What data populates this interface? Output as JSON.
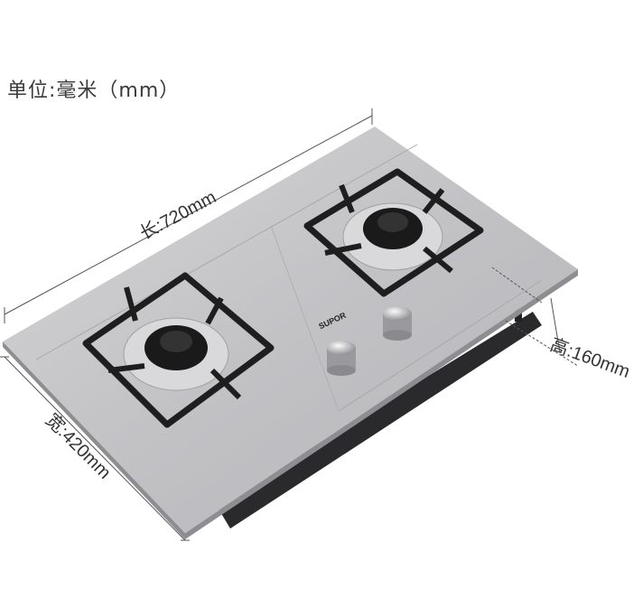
{
  "unit_label": "单位:毫米（mm）",
  "brand": "SUPOR",
  "dimensions": {
    "length": "长:720mm",
    "width": "宽:420mm",
    "height": "高:160mm"
  },
  "colors": {
    "steel": "#c9c9cb",
    "grate": "#1e1e1e",
    "text": "#333333"
  }
}
